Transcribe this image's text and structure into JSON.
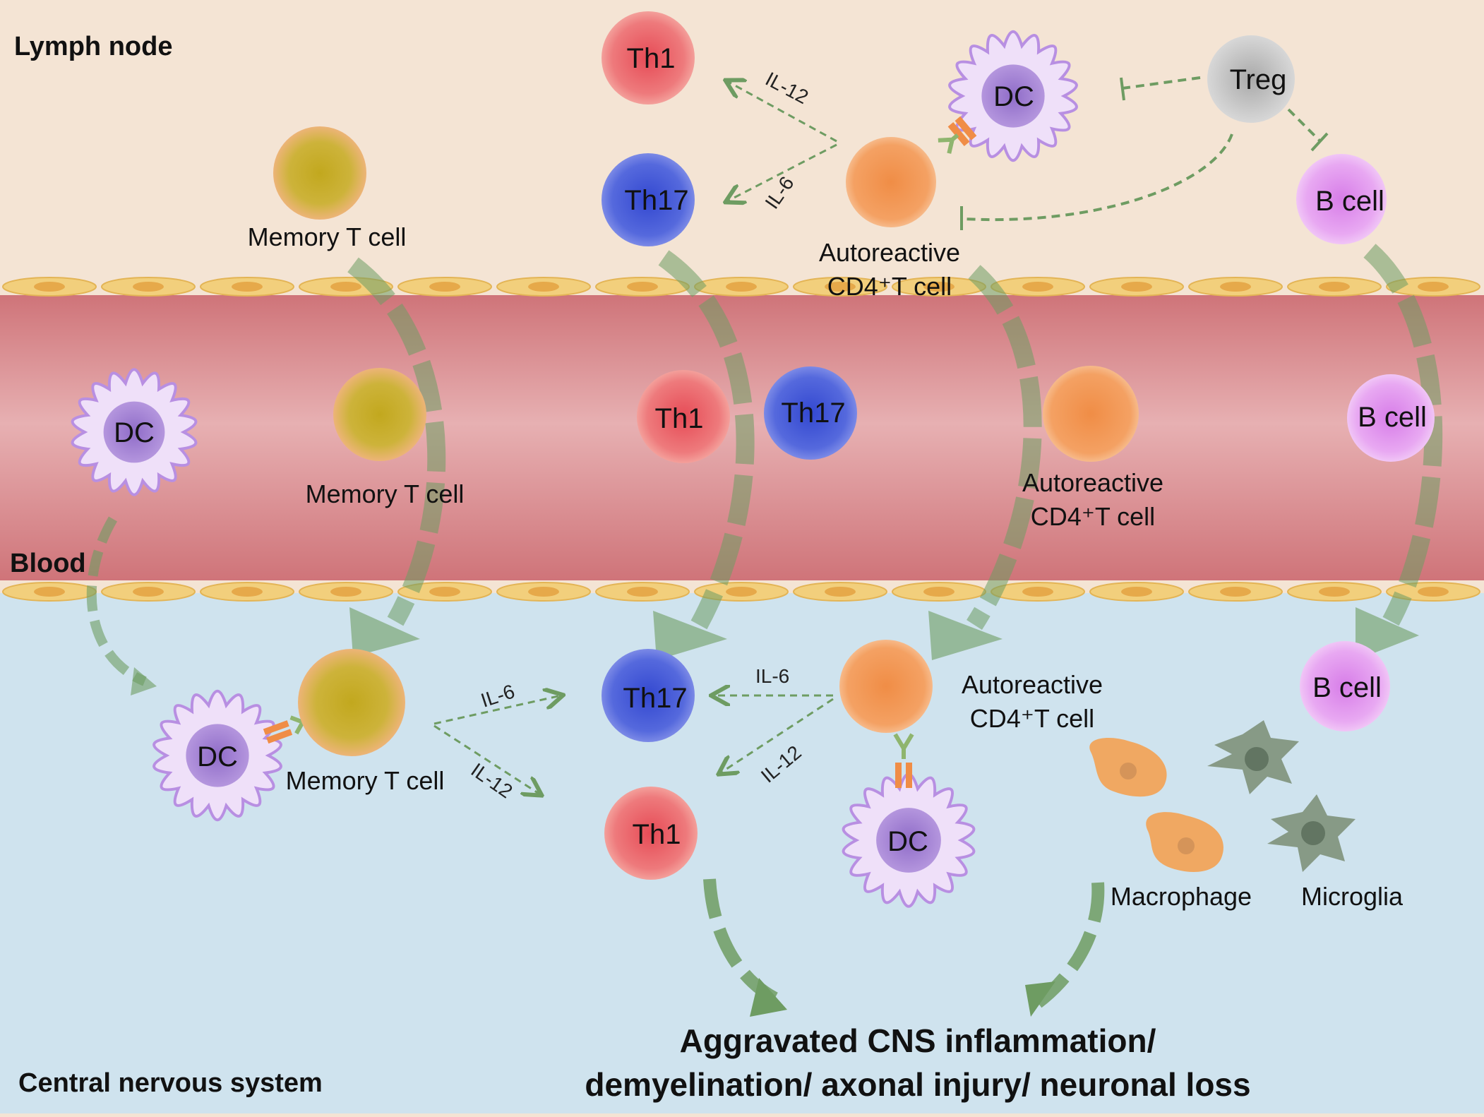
{
  "regions": {
    "lymph_node": "Lymph node",
    "blood": "Blood",
    "cns": "Central nervous system"
  },
  "cells": {
    "th1": "Th1",
    "th17": "Th17",
    "dc": "DC",
    "treg": "Treg",
    "b_cell": "B cell",
    "memory_t": "Memory T cell",
    "autoreactive_line1": "Autoreactive",
    "autoreactive_line2": "CD4⁺T cell",
    "macrophage": "Macrophage",
    "microglia": "Microglia"
  },
  "cytokines": {
    "il12": "IL-12",
    "il6": "IL-6"
  },
  "outcome": {
    "line1": "Aggravated CNS inflammation/",
    "line2": "demyelination/ axonal injury/ neuronal loss"
  },
  "colors": {
    "lymph_bg": "#f4e4d4",
    "blood_vessel": "#d98a8e",
    "cns_bg": "#cfe3ee",
    "arrow_green": "#6e9c62",
    "th1": "#e86f72",
    "th17": "#4c5fd6",
    "dc": "#c9a7e6",
    "treg": "#bdbdbd",
    "b_cell": "#e9a6f2",
    "memory_t": "#c7b032",
    "autoreactive": "#f3a063"
  }
}
